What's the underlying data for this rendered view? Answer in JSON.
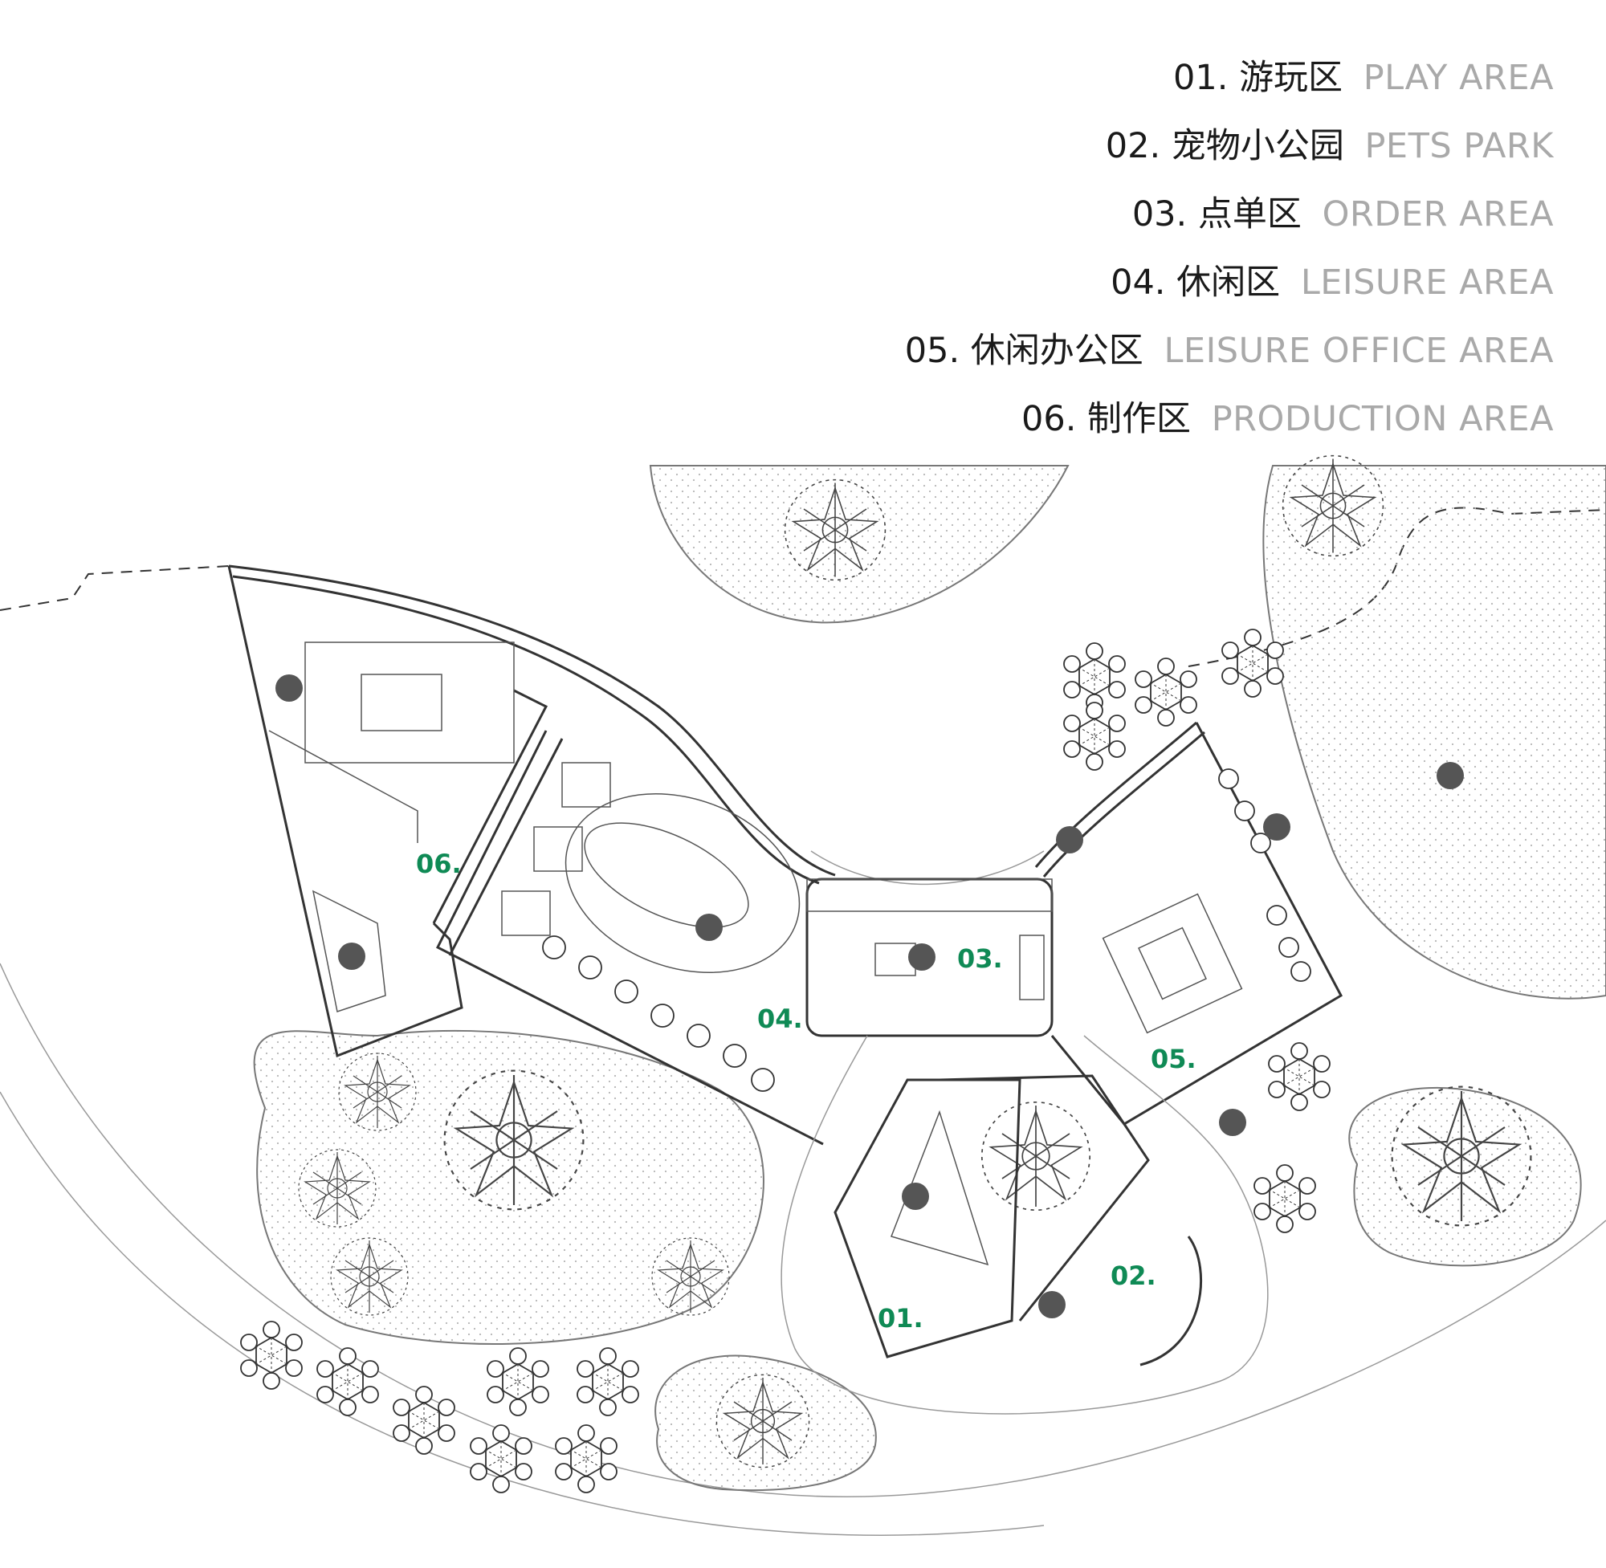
{
  "legend": [
    {
      "num": "01.",
      "cn": "游玩区",
      "en": "PLAY AREA"
    },
    {
      "num": "02.",
      "cn": "宠物小公园",
      "en": "PETS PARK"
    },
    {
      "num": "03.",
      "cn": "点单区",
      "en": "ORDER AREA"
    },
    {
      "num": "04.",
      "cn": "休闲区",
      "en": "LEISURE AREA"
    },
    {
      "num": "05.",
      "cn": "休闲办公区",
      "en": "LEISURE OFFICE AREA"
    },
    {
      "num": "06.",
      "cn": "制作区",
      "en": "PRODUCTION AREA"
    }
  ],
  "zones": {
    "z01": "01.",
    "z02": "02.",
    "z03": "03.",
    "z04": "04.",
    "z05": "05.",
    "z06": "06."
  },
  "colors": {
    "zone_label": "#0f8a55",
    "legend_cn": "#1a1a1a",
    "legend_en": "#a9a9a9"
  }
}
